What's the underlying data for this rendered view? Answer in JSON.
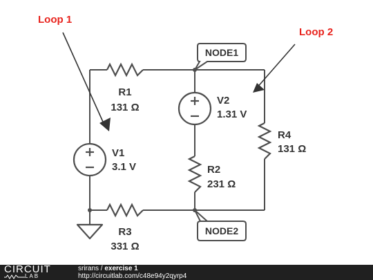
{
  "diagram": {
    "loop_labels": [
      "Loop 1",
      "Loop 2"
    ],
    "nodes": [
      "NODE1",
      "NODE2"
    ],
    "components": {
      "R1": {
        "name": "R1",
        "value": "131 Ω"
      },
      "R2": {
        "name": "R2",
        "value": "231 Ω"
      },
      "R3": {
        "name": "R3",
        "value": "331 Ω"
      },
      "R4": {
        "name": "R4",
        "value": "131 Ω"
      },
      "V1": {
        "name": "V1",
        "value": "3.1 V"
      },
      "V2": {
        "name": "V2",
        "value": "1.31 V"
      }
    }
  },
  "footer": {
    "logo_top": "CIRCUIT",
    "logo_bottom": "LAB",
    "author": "srirans",
    "separator": " / ",
    "title": "exercise 1",
    "url": "http://circuitlab.com/c48e94y2qyrp4"
  },
  "colors": {
    "loop_label": "#e8231d",
    "wire": "#4d4d4d",
    "text": "#333333",
    "footer_bg": "#202020"
  }
}
